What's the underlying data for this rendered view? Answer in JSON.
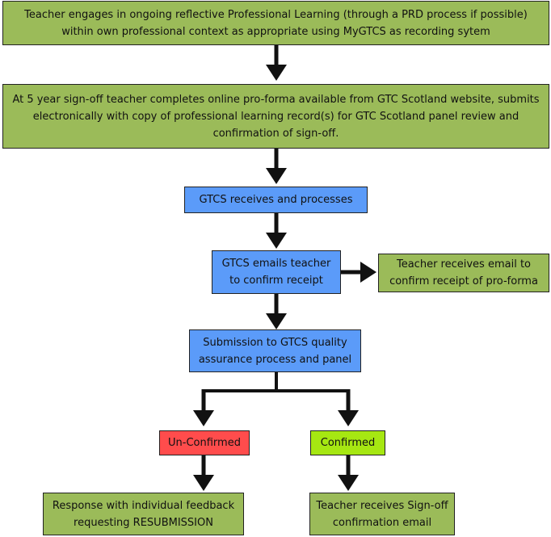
{
  "flowchart": {
    "boxes": {
      "engage": "Teacher engages in ongoing reflective Professional Learning (through a PRD process if possible) within own professional context as appropriate using MyGTCS as recording sytem",
      "signoff": "At 5 year sign-off teacher completes online pro-forma available from GTC Scotland website, submits electronically with copy of professional learning record(s) for GTC Scotland panel review and confirmation of sign-off.",
      "receives": "GTCS receives and processes",
      "emails": "GTCS emails teacher to confirm receipt",
      "teacher_email": "Teacher receives email to confirm receipt of pro-forma",
      "submission": "Submission to GTCS quality assurance process and panel",
      "unconfirmed": "Un-Confirmed",
      "confirmed": "Confirmed",
      "response": "Response with individual feedback requesting RESUBMISSION",
      "signoff_email": "Teacher receives Sign-off confirmation email"
    },
    "colors": {
      "green": "#9bbb59",
      "blue": "#5b9bf9",
      "red": "#ff4c4c",
      "lime": "#a6e712",
      "arrow": "#111111"
    }
  }
}
